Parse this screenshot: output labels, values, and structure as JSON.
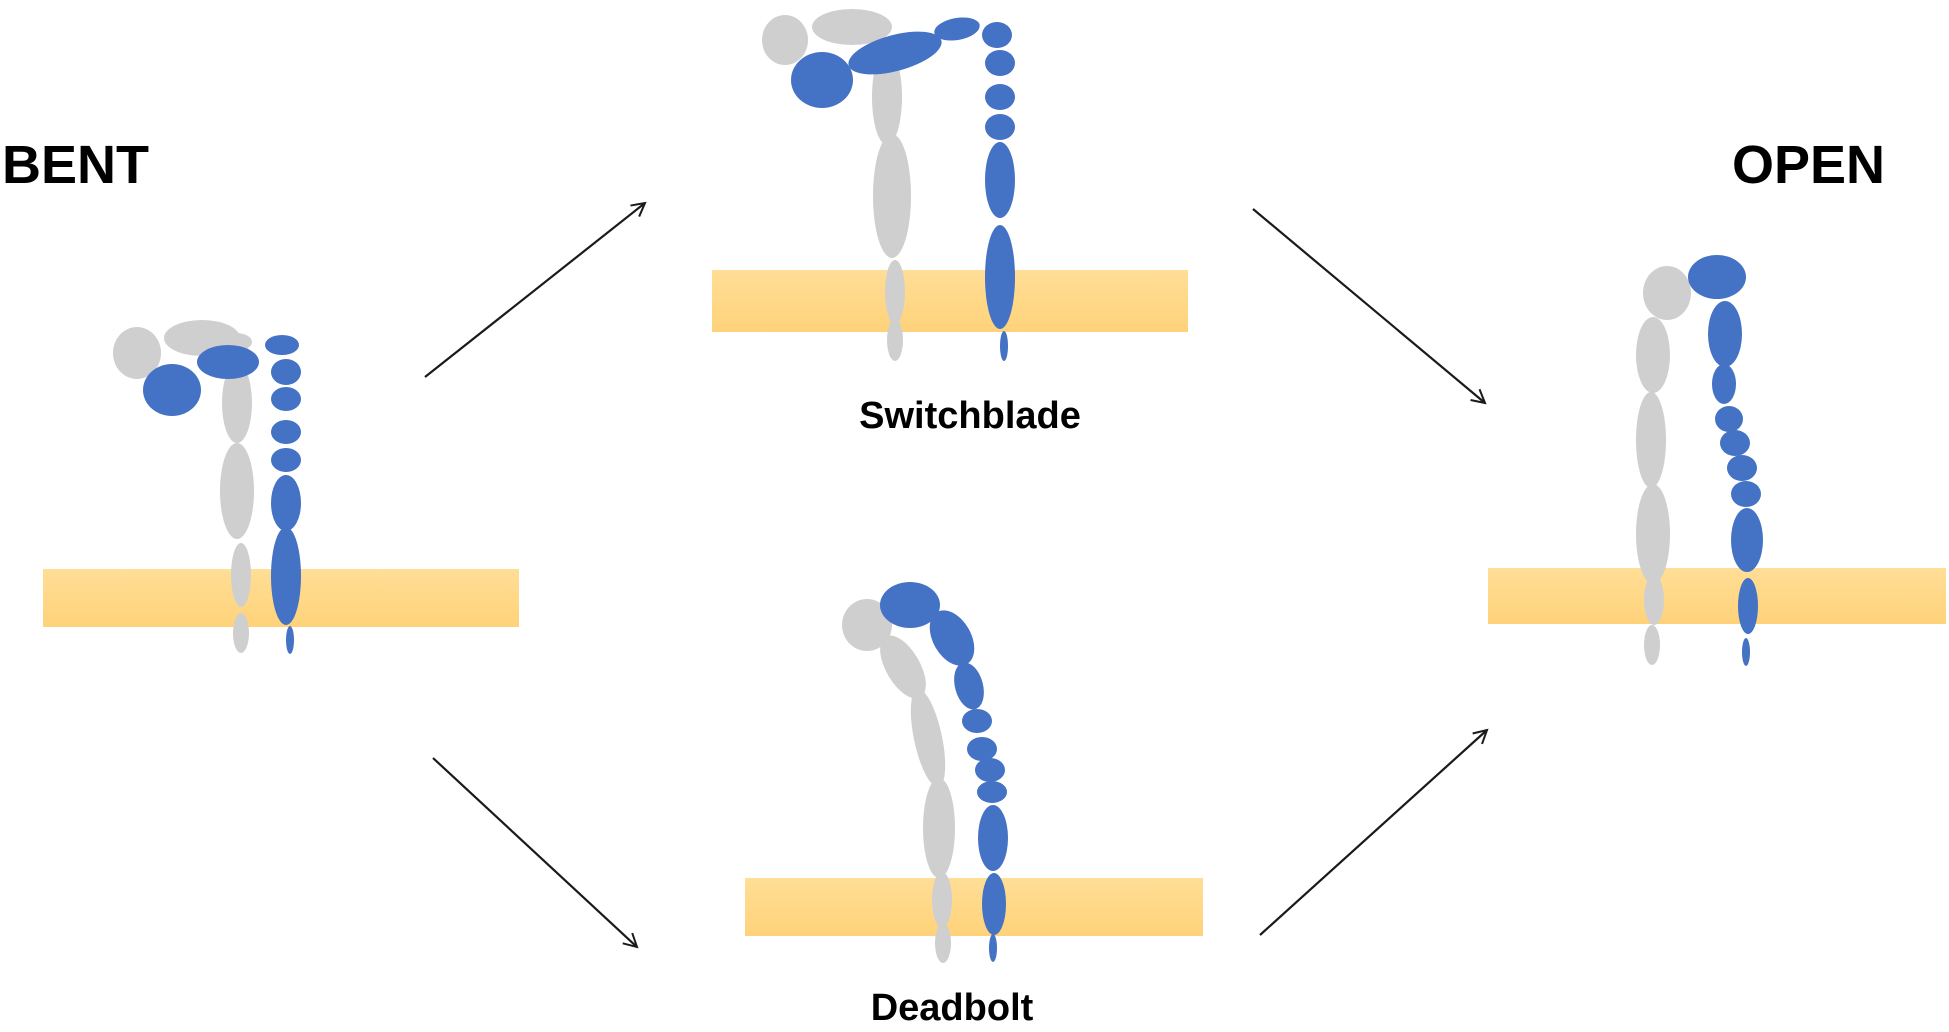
{
  "labels": {
    "bent": "BENT",
    "open": "OPEN",
    "switchblade": "Switchblade",
    "deadbolt": "Deadbolt"
  },
  "colors": {
    "alpha_subunit": "#D0CFCF",
    "beta_subunit": "#4472C4",
    "membrane_top": "#FFDD92",
    "membrane_bottom": "#FFD27A",
    "arrow": "#1a1a1a"
  }
}
